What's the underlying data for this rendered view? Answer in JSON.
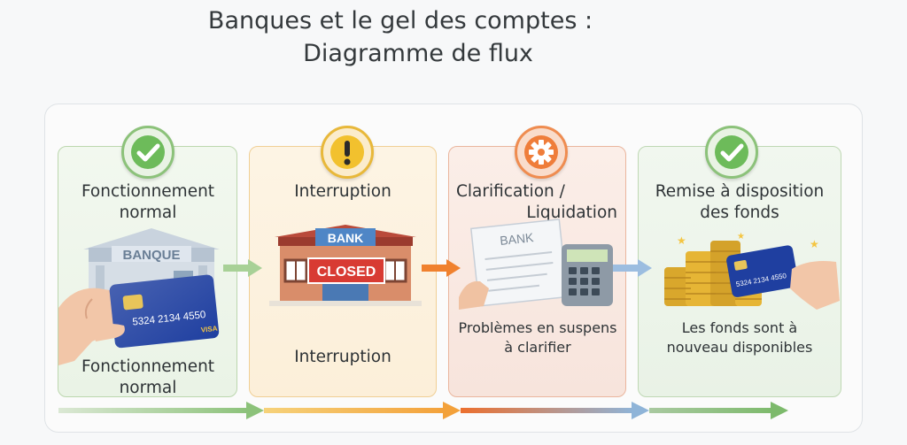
{
  "title": {
    "line1": "Banques et le gel des comptes :",
    "line2": "Diagramme de flux"
  },
  "steps": [
    {
      "icon": "check-icon",
      "color": "#6dbb5a",
      "heading": [
        "Fonctionnement",
        "normal"
      ],
      "bank_sign": "BANQUE",
      "card_number": "5324 2134 4550",
      "card_brand": "VISA",
      "caption": [
        "Fonctionnement",
        "normal"
      ]
    },
    {
      "icon": "exclamation-icon",
      "color": "#f2c12e",
      "heading": [
        "Interruption"
      ],
      "bank_sign": "BANK",
      "closed_sign": "CLOSED",
      "caption": [
        "Interruption"
      ]
    },
    {
      "icon": "gear-icon",
      "color": "#ef7d3a",
      "heading": [
        "Clarification /",
        "Liquidation"
      ],
      "document_header": "BANK",
      "caption": [
        "Problèmes en suspens",
        "à clarifier"
      ]
    },
    {
      "icon": "check-icon",
      "color": "#6dbb5a",
      "heading": [
        "Remise à disposition",
        "des fonds"
      ],
      "card_number": "5324 2134 4550",
      "caption": [
        "Les fonds sont à",
        "nouveau disponibles"
      ]
    }
  ],
  "colors": {
    "green": "#8cc27a",
    "orange": "#f3a13a",
    "deep_orange": "#ec6f2e",
    "blue": "#8fb4d8",
    "card_blue": "#1f3fa0"
  }
}
